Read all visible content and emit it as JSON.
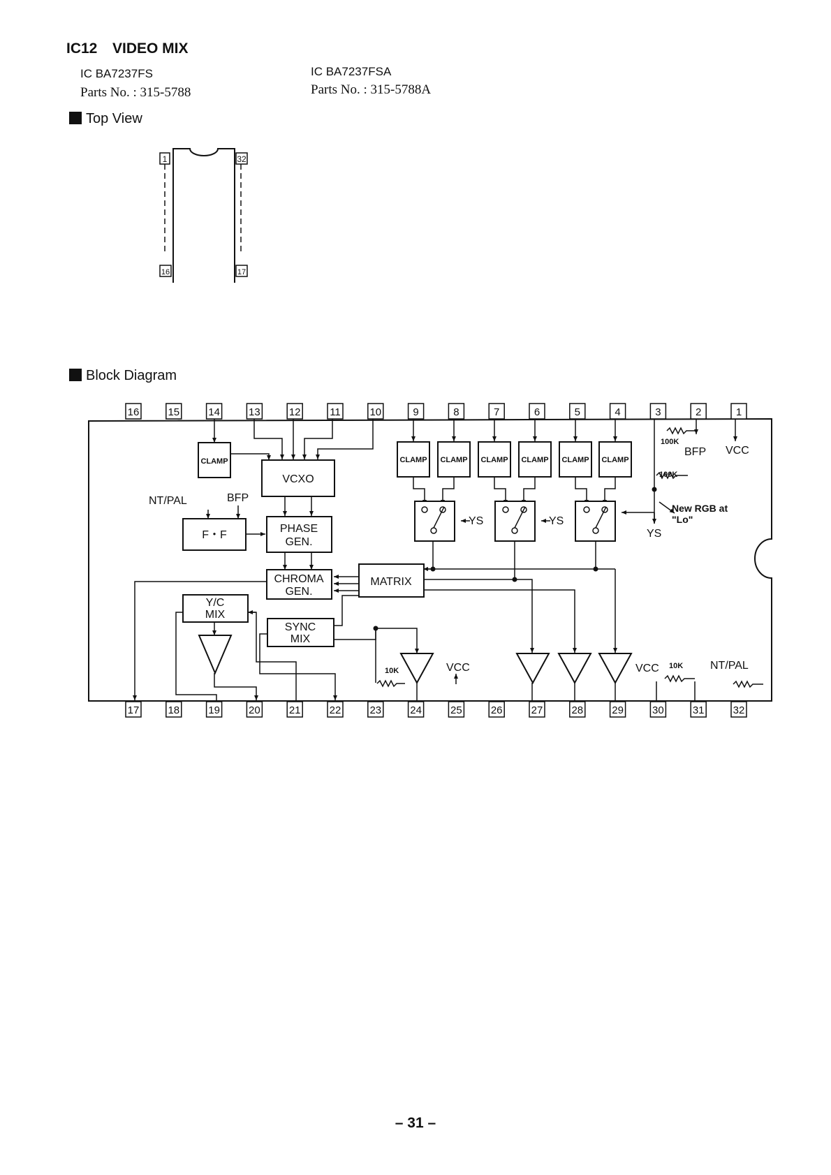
{
  "header": {
    "ic_label": "IC12",
    "title": "VIDEO MIX",
    "part_a": {
      "model": "IC BA7237FS",
      "parts_no": "Parts No. : 315-5788"
    },
    "part_b": {
      "model": "IC BA7237FSA",
      "parts_no": "Parts No. : 315-5788A"
    }
  },
  "sections": {
    "top_view": "Top View",
    "block_diagram": "Block Diagram"
  },
  "top_view_pins": {
    "p1": "1",
    "p16": "16",
    "p17": "17",
    "p32": "32"
  },
  "pins_top": [
    "16",
    "15",
    "14",
    "13",
    "12",
    "11",
    "10",
    "9",
    "8",
    "7",
    "6",
    "5",
    "4",
    "3",
    "2",
    "1"
  ],
  "pins_bottom": [
    "17",
    "18",
    "19",
    "20",
    "21",
    "22",
    "23",
    "24",
    "25",
    "26",
    "27",
    "28",
    "29",
    "30",
    "31",
    "32"
  ],
  "blocks": {
    "clamp": "CLAMP",
    "vcxo": "VCXO",
    "ff": "F・F",
    "phase_gen": [
      "PHASE",
      "GEN."
    ],
    "chroma_gen": [
      "CHROMA",
      "GEN."
    ],
    "matrix": "MATRIX",
    "yc_mix": [
      "Y/C",
      "MIX"
    ],
    "sync_mix": [
      "SYNC",
      "MIX"
    ]
  },
  "labels": {
    "nt_pal": "NT/PAL",
    "bfp": "BFP",
    "ys": "YS",
    "vcc": "VCC",
    "r100k": "100K",
    "r10k": "10K",
    "new_rgb": [
      "New RGB at",
      "\"Lo\""
    ]
  },
  "page_number": "– 31 –"
}
